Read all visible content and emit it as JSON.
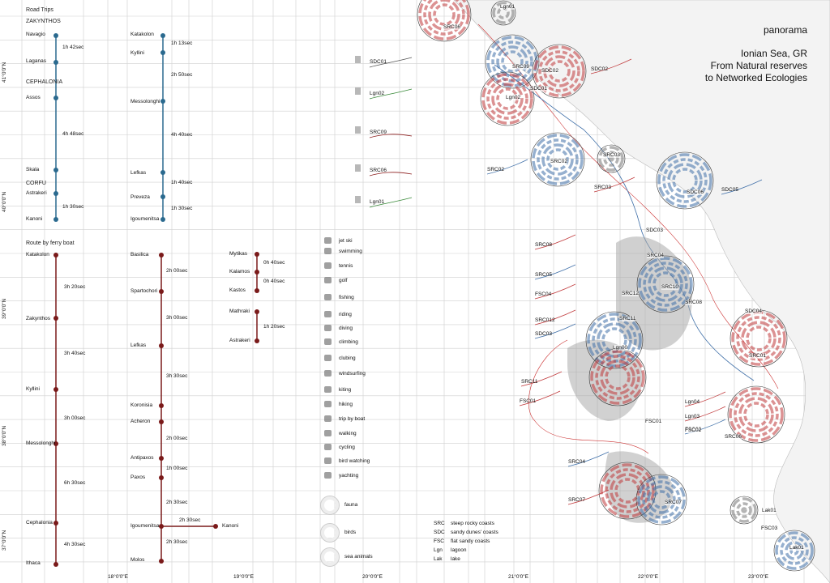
{
  "title": {
    "word": "panorama",
    "line1": "Ionian Sea, GR",
    "line2": "From Natural reserves",
    "line3": "to Networked Ecologies"
  },
  "colors": {
    "road": "#2b6a8f",
    "ferry": "#7a1a1a",
    "sea_red": "#c0393b",
    "sea_blue": "#3f6fa8",
    "grid": "#cfcfcf"
  },
  "road": {
    "heading": "Road Trips",
    "sections": [
      "ZAKYNTHOS",
      "CEPHALONIA",
      "CORFU"
    ],
    "col1": {
      "stops": [
        "Navagio",
        "Laganas",
        "Assos",
        "Skala",
        "Astrakeri",
        "Kanoni"
      ],
      "times": [
        "1h 42sec",
        "4h 48sec",
        "1h 30sec"
      ]
    },
    "col2": {
      "stops": [
        "Katakolon",
        "Kyllini",
        "Messolonghi",
        "Lefkas",
        "Preveza",
        "Igoumenitsa"
      ],
      "times": [
        "1h 13sec",
        "2h 50sec",
        "4h 40sec",
        "1h 40sec",
        "1h 30sec"
      ]
    }
  },
  "ferry": {
    "heading": "Route by ferry boat",
    "col1": {
      "stops": [
        "Katakolon",
        "Zakynthos",
        "Kyllini",
        "Messolonghi",
        "Cephalonia",
        "Ithaca"
      ],
      "times": [
        "3h 20sec",
        "3h 40sec",
        "3h 00sec",
        "6h 30sec",
        "4h 30sec"
      ]
    },
    "col2": {
      "stops": [
        "Basilica",
        "Spartochori",
        "Lefkas",
        "Koronisia",
        "Acheron",
        "Antipaxos",
        "Paxos",
        "Igoumenitsa",
        "Molos"
      ],
      "times": [
        "2h 00sec",
        "3h 00sec",
        "3h 30sec",
        "2h 00sec",
        "1h 00sec",
        "2h 30sec",
        "2h 30sec"
      ],
      "branch_stop": "Kanoni",
      "branch_time": "2h 30sec"
    },
    "col3": {
      "stops": [
        "Mytikas",
        "Kalamos",
        "Kastos",
        "Mathraki",
        "Astrakeri"
      ],
      "times": [
        "0h 40sec",
        "0h 40sec",
        "1h 20sec"
      ]
    }
  },
  "activities": [
    "jet ski",
    "swimming",
    "tennis",
    "golf",
    "fishing",
    "riding",
    "diving",
    "climbing",
    "clubing",
    "windsurfing",
    "kiting",
    "hiking",
    "trip by boat",
    "walking",
    "cycling",
    "bird watching",
    "yachting"
  ],
  "profiles": [
    "SDC01",
    "Lgn02",
    "SRC09",
    "SRC06",
    "Lgn01"
  ],
  "fauna": [
    "fauna",
    "birds",
    "sea animals"
  ],
  "legend": [
    {
      "code": "SRC",
      "desc": "steep rocky coasts"
    },
    {
      "code": "SDC",
      "desc": "sandy dunes' coasts"
    },
    {
      "code": "FSC",
      "desc": "flat sandy coasts"
    },
    {
      "code": "Lgn",
      "desc": "lagoon"
    },
    {
      "code": "Lak",
      "desc": "lake"
    }
  ],
  "side_labels": [
    "SRC02",
    "SRC03",
    "SRC08",
    "SRC05",
    "FSC04",
    "SRC012",
    "SDC03",
    "SRC11",
    "FSC01",
    "SRC04",
    "SRC07",
    "SDC02",
    "SDC05",
    "Lgn04",
    "Lgn03",
    "FSC02"
  ],
  "map_labels": [
    "Lgn01",
    "SRC06",
    "SRC09",
    "SDC02",
    "Lgn02",
    "SDC01",
    "SRC02",
    "SRC03",
    "SDC06",
    "SDC03",
    "SRC04",
    "SRC12",
    "SRC10",
    "SRC08",
    "SRC11",
    "SDC04",
    "SRC01",
    "Lgn00",
    "FSC01",
    "FSC02",
    "SRC06",
    "SRC07",
    "Lak01",
    "FSC03",
    "Lak01"
  ],
  "longitudes": [
    "18°0'0\"E",
    "19°0'0\"E",
    "20°0'0\"E",
    "21°0'0\"E",
    "22°0'0\"E",
    "23°0'0\"E"
  ],
  "latitudes": [
    "41°0'0\"N",
    "40°0'0\"N",
    "39°0'0\"N",
    "38°0'0\"N",
    "37°0'0\"N"
  ]
}
